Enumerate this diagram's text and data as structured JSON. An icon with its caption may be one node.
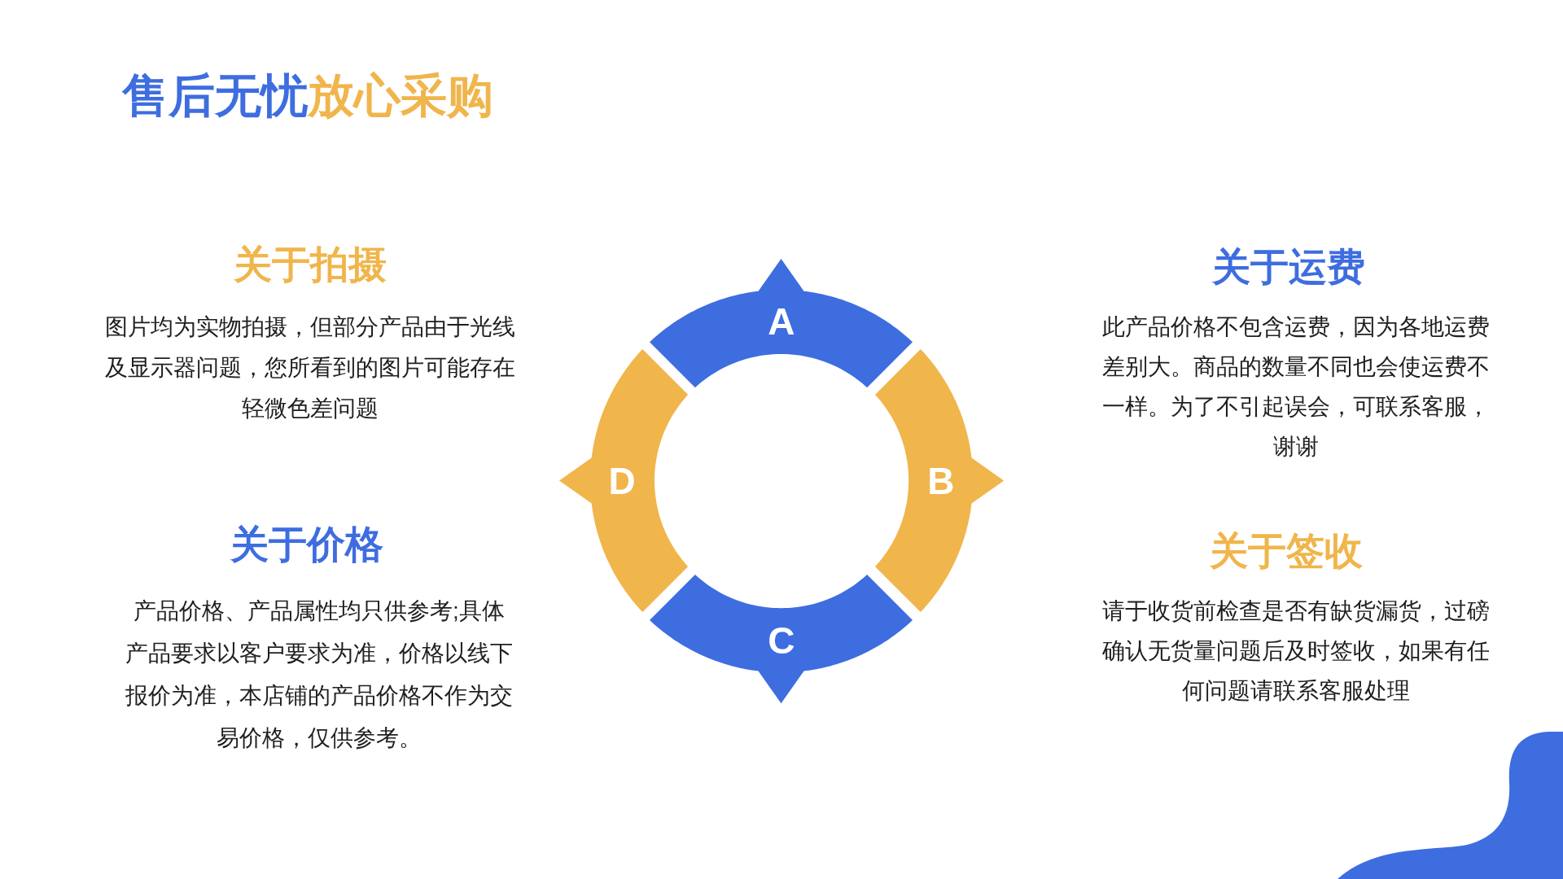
{
  "diagram": {
    "title": "售后无忧放心采购",
    "nodes": [
      {
        "text": [
          "A"
        ]
      },
      {
        "text": [
          "B"
        ]
      },
      {
        "text": [
          "C"
        ]
      },
      {
        "text": [
          "D"
        ]
      }
    ],
    "labels": [
      "关于拍摄",
      "图片均为实物拍摄，但部分产品由于光线及显示器问题，您所看到的图片可能存在轻微色差问题",
      "关于运费",
      "此产品价格不包含运费，因为各地运费差别大。商品的数量不同也会使运费不一样。为了不引起误会，可联系客服，谢谢",
      "关于价格",
      "产品价格、产品属性均只供参考;具体产品要求以客户要求为准，价格以线下报价为准，本店铺的产品价格不作为交易价格，仅供参考。",
      "关于签收",
      "请于收货前检查是否有缺货漏货，过磅确认无货量问题后及时签收，如果有任何问题请联系客服处理"
    ]
  }
}
